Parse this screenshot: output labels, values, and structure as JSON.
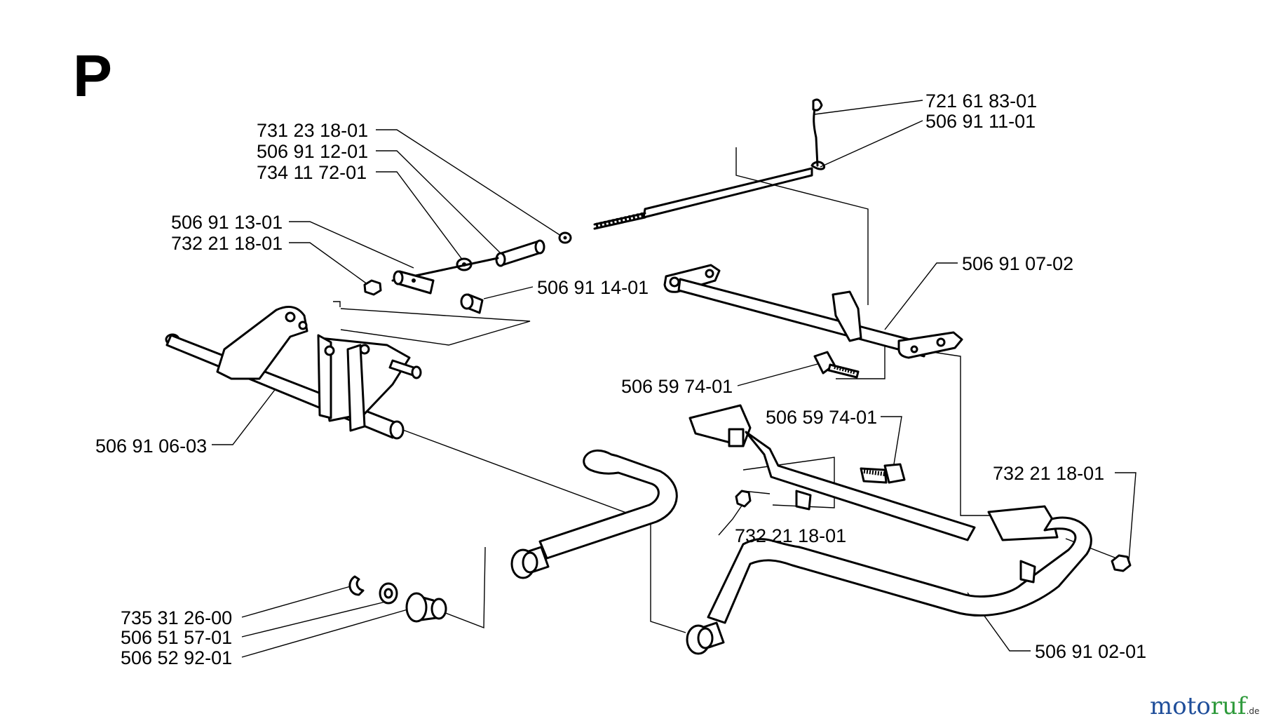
{
  "section_letter": "P",
  "callouts": [
    {
      "id": "c01",
      "text": "721 61 83-01"
    },
    {
      "id": "c02",
      "text": "506 91 11-01"
    },
    {
      "id": "c03",
      "text": "731 23 18-01"
    },
    {
      "id": "c04",
      "text": "506 91 12-01"
    },
    {
      "id": "c05",
      "text": "734 11 72-01"
    },
    {
      "id": "c06",
      "text": "506 91 13-01"
    },
    {
      "id": "c07",
      "text": "732 21 18-01"
    },
    {
      "id": "c08",
      "text": "506 91 14-01"
    },
    {
      "id": "c09",
      "text": "506 91 07-02"
    },
    {
      "id": "c10",
      "text": "506 59 74-01"
    },
    {
      "id": "c11",
      "text": "506 59 74-01"
    },
    {
      "id": "c12",
      "text": "506 91 06-03"
    },
    {
      "id": "c13",
      "text": "732 21 18-01"
    },
    {
      "id": "c14",
      "text": "732 21 18-01"
    },
    {
      "id": "c15",
      "text": "735 31 26-00"
    },
    {
      "id": "c16",
      "text": "506 51 57-01"
    },
    {
      "id": "c17",
      "text": "506 52 92-01"
    },
    {
      "id": "c18",
      "text": "506 91 02-01"
    }
  ],
  "watermark": {
    "main": "moto",
    "accent": "ruf",
    "suffix": ".de"
  }
}
